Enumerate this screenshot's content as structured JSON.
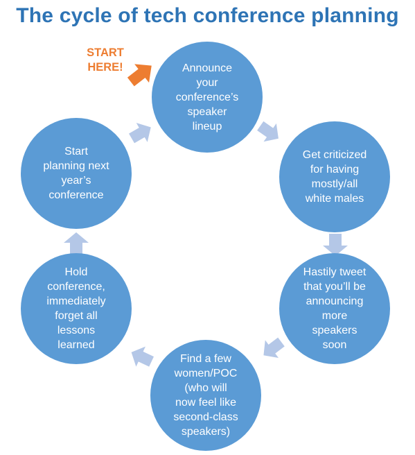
{
  "title": "The cycle of tech conference planning",
  "start_label": [
    "START",
    "HERE!"
  ],
  "colors": {
    "title": "#2e74b5",
    "node_fill": "#5b9bd5",
    "node_text": "#ffffff",
    "arrow_fill": "#b4c7e7",
    "start_color": "#ed7d31"
  },
  "nodes": [
    "Announce\nyour\nconference’s\nspeaker\nlineup",
    "Get criticized\nfor having\nmostly/all\nwhite males",
    "Hastily tweet\nthat you’ll be\nannouncing\nmore\nspeakers\nsoon",
    "Find a few\nwomen/POC\n(who will\nnow feel like\nsecond-class\nspeakers)",
    "Hold\nconference,\nimmediately\nforget all\nlessons\nlearned",
    "Start\nplanning next\nyear’s\nconference"
  ]
}
